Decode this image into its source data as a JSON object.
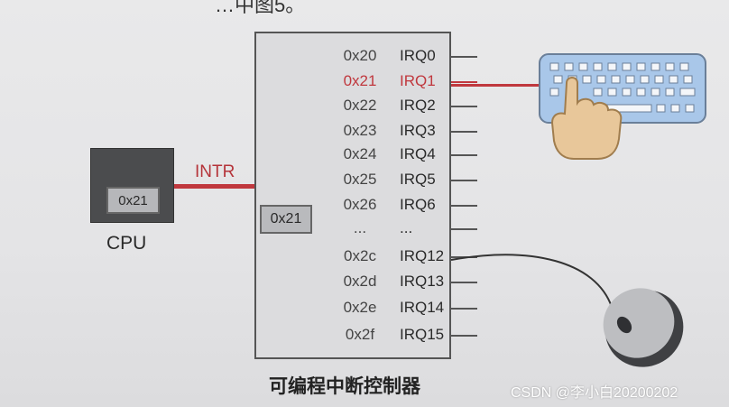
{
  "top_fragment": "…中图5。",
  "cpu": {
    "register_value": "0x21",
    "label": "CPU"
  },
  "intr_label": "INTR",
  "controller": {
    "caption": "可编程中断控制器",
    "register_value": "0x21",
    "lines": [
      {
        "vector": "0x20",
        "irq": "IRQ0"
      },
      {
        "vector": "0x21",
        "irq": "IRQ1"
      },
      {
        "vector": "0x22",
        "irq": "IRQ2"
      },
      {
        "vector": "0x23",
        "irq": "IRQ3"
      },
      {
        "vector": "0x24",
        "irq": "IRQ4"
      },
      {
        "vector": "0x25",
        "irq": "IRQ5"
      },
      {
        "vector": "0x26",
        "irq": "IRQ6"
      },
      {
        "vector": "...",
        "irq": "..."
      },
      {
        "vector": "0x2c",
        "irq": "IRQ12"
      },
      {
        "vector": "0x2d",
        "irq": "IRQ13"
      },
      {
        "vector": "0x2e",
        "irq": "IRQ14"
      },
      {
        "vector": "0x2f",
        "irq": "IRQ15"
      }
    ]
  },
  "devices": {
    "keyboard_icon": "keyboard-with-hand-icon",
    "mouse_icon": "mouse-icon"
  },
  "colors": {
    "highlight": "#c0383e",
    "box_dark": "#4b4c4e",
    "keyboard": "#a9c7e9"
  },
  "watermark": "CSDN @李小白20200202"
}
